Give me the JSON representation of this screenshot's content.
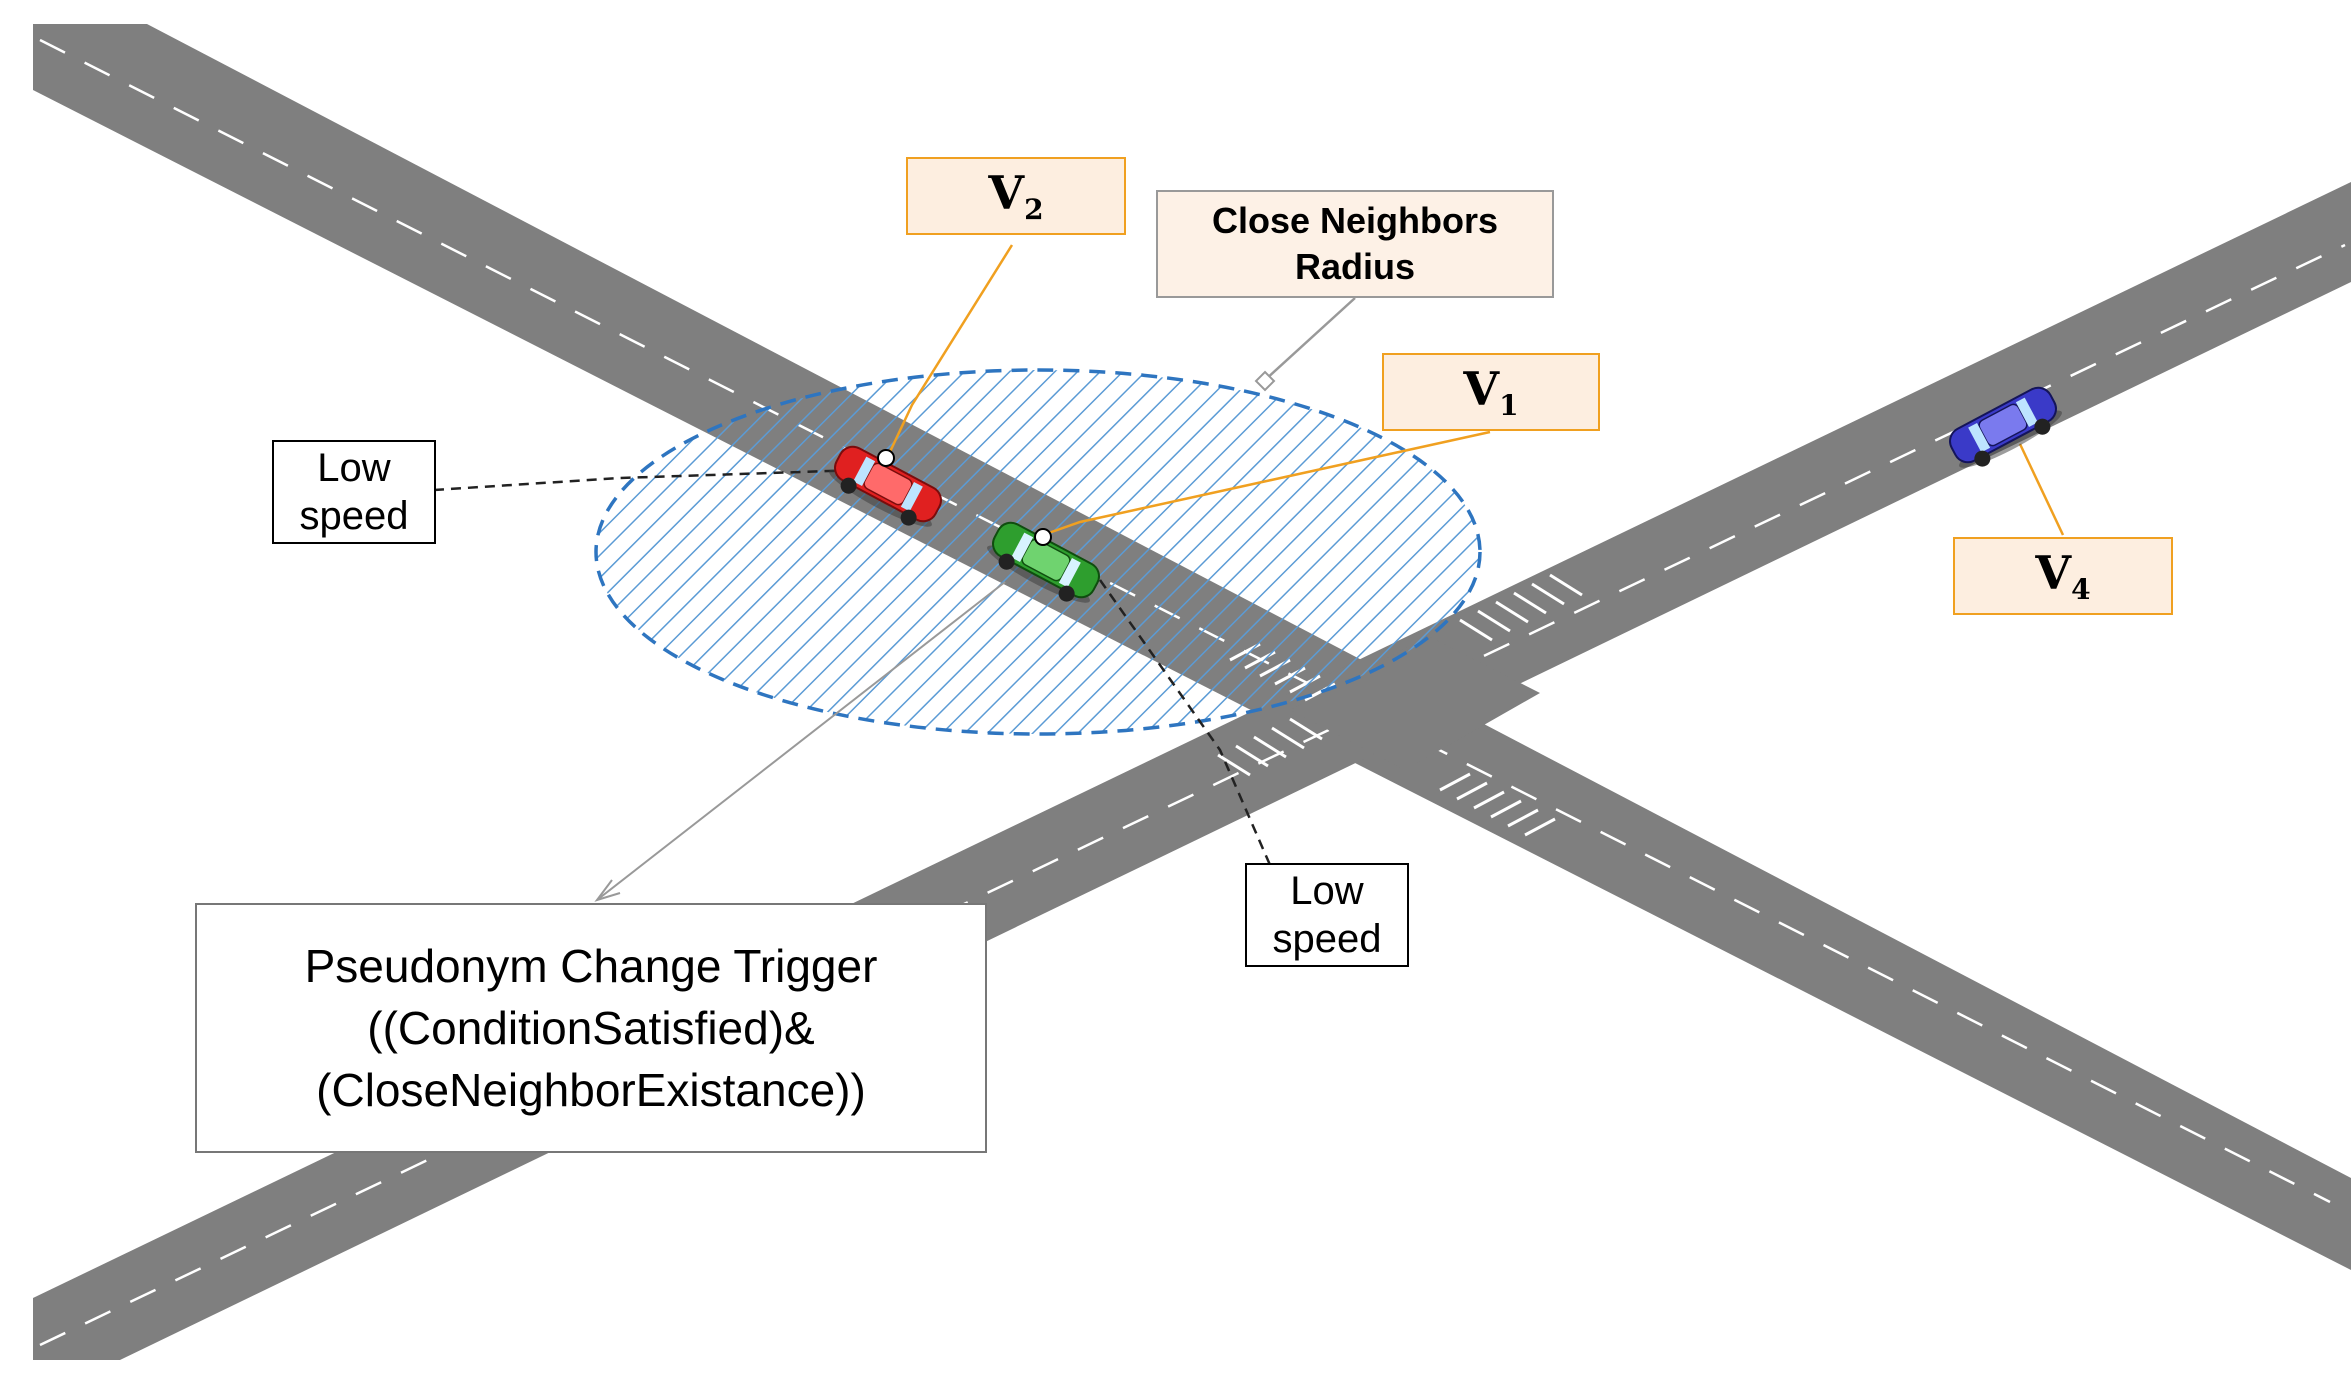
{
  "labels": {
    "v2": {
      "letter": "V",
      "index": "2"
    },
    "v1": {
      "letter": "V",
      "index": "1"
    },
    "v4": {
      "letter": "V",
      "index": "4"
    },
    "radius_line1": "Close Neighbors",
    "radius_line2": "Radius",
    "low_speed_left_line1": "Low",
    "low_speed_left_line2": "speed",
    "low_speed_right_line1": "Low",
    "low_speed_right_line2": "speed",
    "trigger_line1": "Pseudonym Change Trigger",
    "trigger_line2": "((ConditionSatisfied)&",
    "trigger_line3": "(CloseNeighborExistance))"
  },
  "colors": {
    "road": "#7f7f7f",
    "lane_marking": "#ffffff",
    "radius_hatch": "#5b9bd5",
    "callout_orange": "#f0a020",
    "vehicle_v2": "#e02020",
    "vehicle_v1": "#2e9e2e",
    "vehicle_v4": "#3a3ac8"
  },
  "icons": {
    "v2": "red-car-icon",
    "v1": "green-car-icon",
    "v4": "blue-car-icon"
  }
}
